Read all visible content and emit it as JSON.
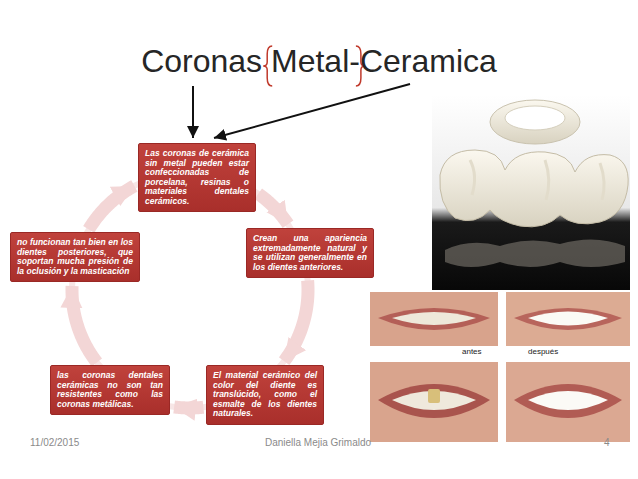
{
  "diagram": {
    "title": "Coronas Metal-Ceramica",
    "nodes": [
      {
        "text": [
          "Las coronas de cerámica sin metal pueden estar confeccionadas de porcelana, resinas o materiales dentales cerámicos."
        ]
      },
      {
        "text": [
          "Crean una apariencia extremadamente natural y se utilizan generalmente en los dientes anteriores."
        ]
      },
      {
        "text": [
          "El material cerámico del color del diente es translúcido, como el esmalte de los dientes naturales."
        ]
      },
      {
        "text": [
          "las coronas dentales cerámicas no son tan resistentes como las coronas metálicas."
        ]
      },
      {
        "text": [
          "no funcionan tan bien en los dientes posteriores, que soportan mucha presión de la oclusión y la masticación"
        ]
      }
    ],
    "edges": [
      {
        "from": 0,
        "to": 1,
        "arrow": "to"
      },
      {
        "from": 1,
        "to": 2,
        "arrow": "to"
      },
      {
        "from": 2,
        "to": 3,
        "arrow": "to"
      },
      {
        "from": 3,
        "to": 4,
        "arrow": "to"
      },
      {
        "from": 4,
        "to": 0,
        "arrow": "to"
      }
    ],
    "labels": [
      "antes",
      "después",
      "11/02/2015",
      "Daniella Mejia Grimaldo",
      "4"
    ]
  }
}
